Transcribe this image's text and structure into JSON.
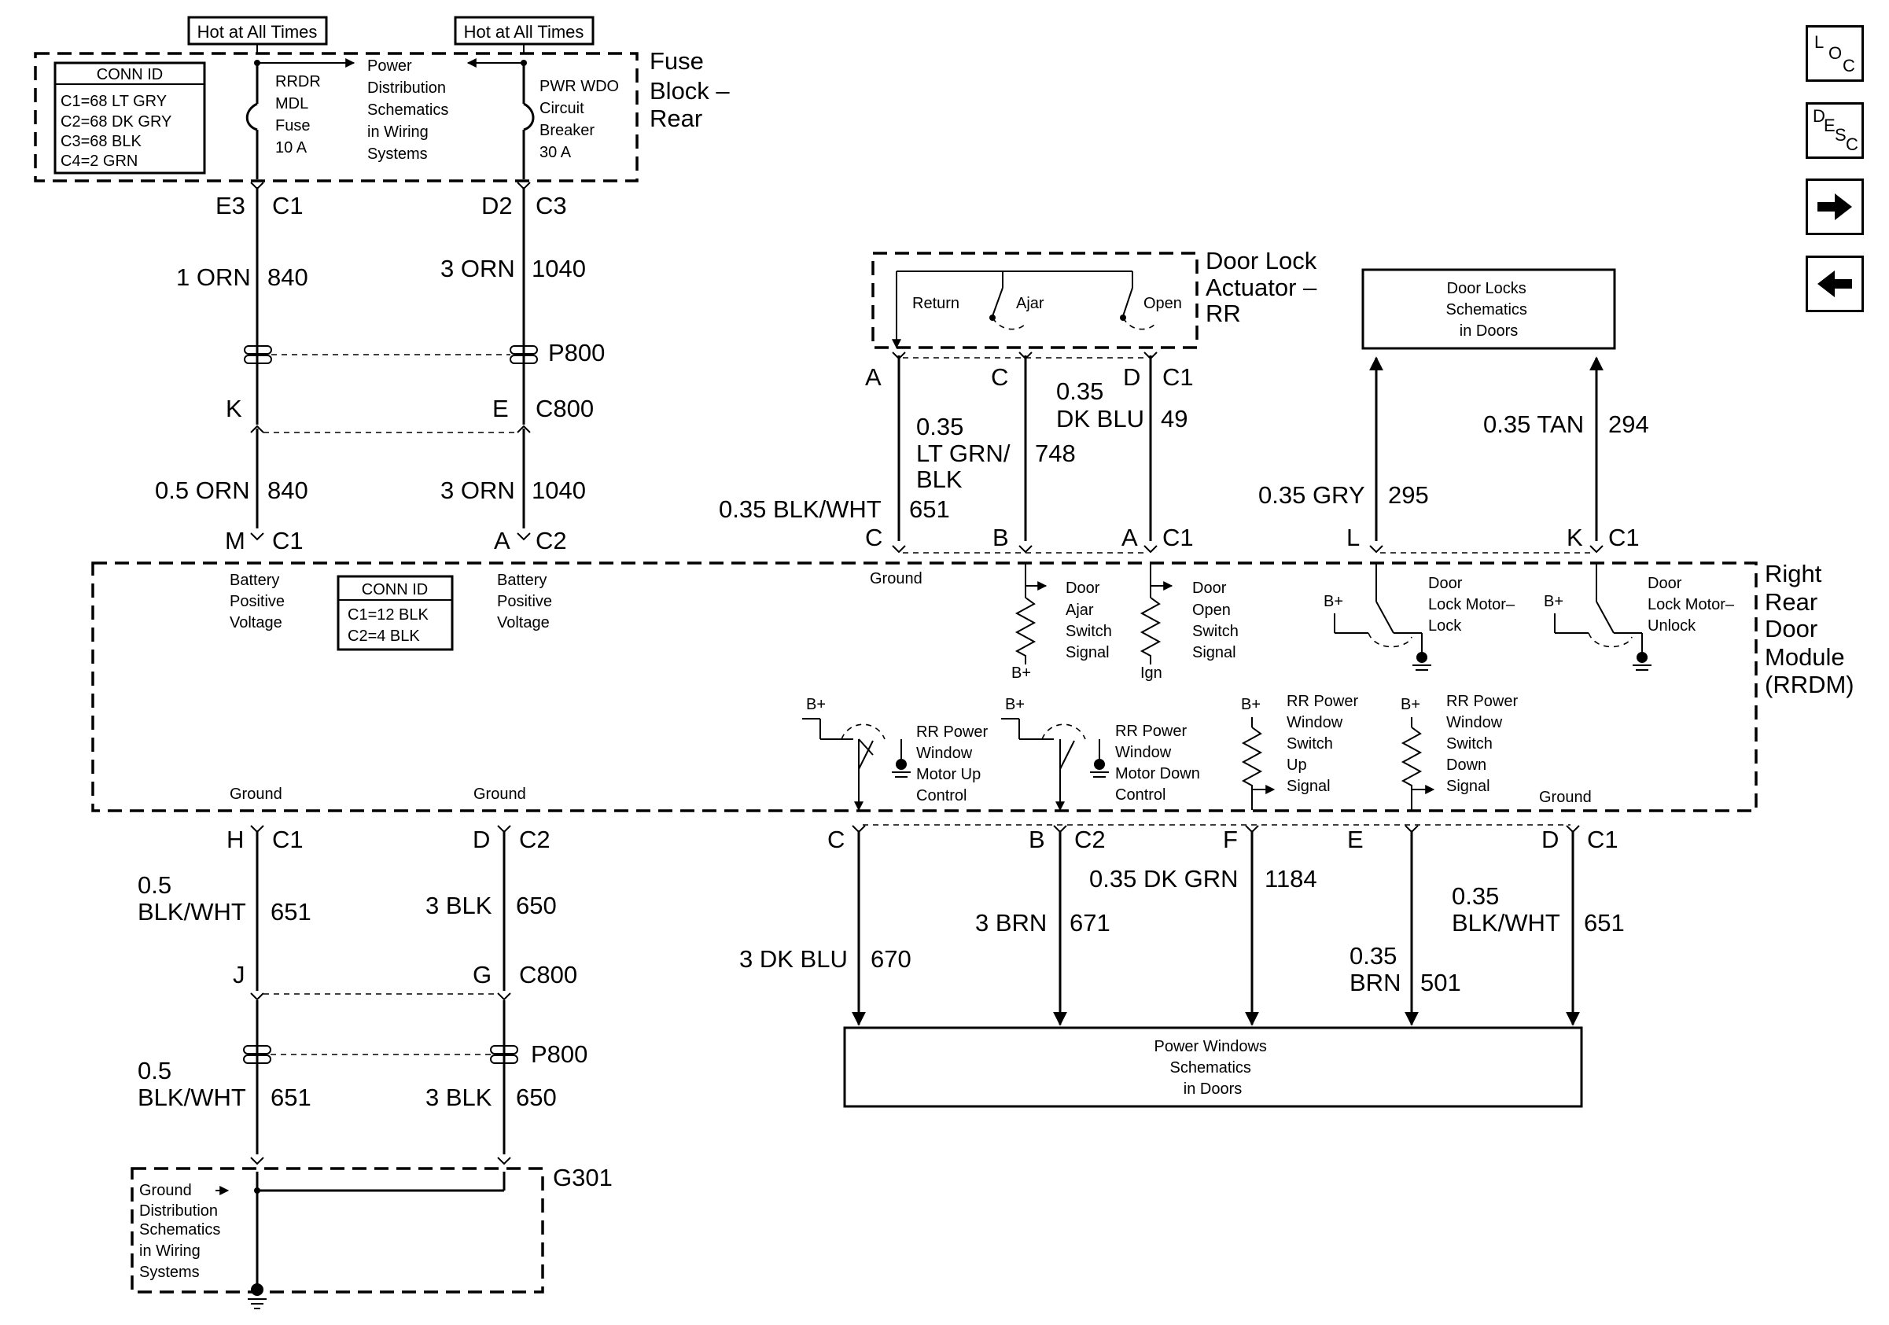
{
  "nav": {
    "loc": {
      "l1": "L",
      "l2": "O",
      "l3": "C"
    },
    "desc": {
      "l1": "D",
      "l2": "E",
      "l3": "S",
      "l4": "C"
    },
    "next": "right-arrow-icon",
    "prev": "left-arrow-icon"
  },
  "labels": {
    "hot1": "Hot at All Times",
    "hot2": "Hot at All Times",
    "fuse_block": [
      "Fuse",
      "Block –",
      "Rear"
    ],
    "conn_top": {
      "title": "CONN ID",
      "lines": [
        "C1=68 LT GRY",
        "C2=68 DK GRY",
        "C3=68 BLK",
        "C4=2 GRN"
      ]
    },
    "rrdr_fuse": [
      "RRDR",
      "MDL",
      "Fuse",
      "10 A"
    ],
    "pwr_dist": [
      "Power",
      "Distribution",
      "Schematics",
      "in Wiring",
      "Systems"
    ],
    "pwr_wdo": [
      "PWR WDO",
      "Circuit",
      "Breaker",
      "30 A"
    ],
    "e3": "E3",
    "c1_a": "C1",
    "d2": "D2",
    "c3": "C3",
    "w_1orn": "1 ORN",
    "w_840a": "840",
    "w_3orn_a": "3 ORN",
    "w_1040a": "1040",
    "p800_top": "P800",
    "k": "K",
    "e_c800": "E",
    "c800_top": "C800",
    "w_05orn": "0.5 ORN",
    "w_840b": "840",
    "w_3orn_b": "3 ORN",
    "w_1040b": "1040",
    "m": "M",
    "c1_b": "C1",
    "a_c2": "A",
    "c2_a": "C2",
    "bat1": [
      "Battery",
      "Positive",
      "Voltage"
    ],
    "bat2": [
      "Battery",
      "Positive",
      "Voltage"
    ],
    "conn_mid": {
      "title": "CONN ID",
      "lines": [
        "C1=12 BLK",
        "C2=4 BLK"
      ]
    },
    "door_lock_act": [
      "Door Lock",
      "Actuator –",
      "RR"
    ],
    "return": "Return",
    "ajar": "Ajar",
    "open": "Open",
    "act_a": "A",
    "act_c": "C",
    "act_d": "D",
    "act_c1": "C1",
    "w_035_ltgrn": [
      "0.35",
      "LT GRN/",
      "BLK"
    ],
    "w_748": "748",
    "w_035_dkblu": [
      "0.35",
      "DK BLU"
    ],
    "w_49": "49",
    "w_035_blkwht": "0.35 BLK/WHT",
    "w_651_top": "651",
    "mod_c": "C",
    "mod_b": "B",
    "mod_a": "A",
    "mod_c1": "C1",
    "door_locks_sch": [
      "Door Locks",
      "Schematics",
      "in Doors"
    ],
    "w_035_gry": "0.35 GRY",
    "w_295": "295",
    "w_035_tan": "0.35 TAN",
    "w_294": "294",
    "mod_l": "L",
    "mod_k": "K",
    "mod_c1_r": "C1",
    "rrdm": [
      "Right",
      "Rear",
      "Door",
      "Module",
      "(RRDM)"
    ],
    "ground_top": "Ground",
    "door_ajar": [
      "Door",
      "Ajar",
      "Switch",
      "Signal"
    ],
    "door_open": [
      "Door",
      "Open",
      "Switch",
      "Signal"
    ],
    "bplus": "B+",
    "ign": "Ign",
    "lock_motor_lock": [
      "Door",
      "Lock Motor–",
      "Lock"
    ],
    "lock_motor_unlock": [
      "Door",
      "Lock Motor–",
      "Unlock"
    ],
    "rr_motor_up": [
      "RR Power",
      "Window",
      "Motor Up",
      "Control"
    ],
    "rr_motor_down": [
      "RR Power",
      "Window",
      "Motor Down",
      "Control"
    ],
    "rr_switch_up": [
      "RR Power",
      "Window",
      "Switch",
      "Up",
      "Signal"
    ],
    "rr_switch_down": [
      "RR Power",
      "Window",
      "Switch",
      "Down",
      "Signal"
    ],
    "ground": "Ground",
    "h": "H",
    "c1_c": "C1",
    "d_c2": "D",
    "c2_b": "C2",
    "w_05_a": "0.5",
    "w_blkwht_a": "BLK/WHT",
    "w_651_a": "651",
    "w_3blk_a": "3 BLK",
    "w_650_a": "650",
    "j": "J",
    "g": "G",
    "c800_bot": "C800",
    "p800_bot": "P800",
    "w_05_b": "0.5",
    "w_blkwht_b": "BLK/WHT",
    "w_651_b": "651",
    "w_3blk_b": "3 BLK",
    "w_650_b": "650",
    "g301": "G301",
    "ground_dist": [
      "Ground",
      "Distribution",
      "Schematics",
      "in Wiring",
      "Systems"
    ],
    "pin_c": "C",
    "pin_b": "B",
    "pin_c2": "C2",
    "pin_f": "F",
    "pin_e": "E",
    "pin_d": "D",
    "pin_c1": "C1",
    "w_3dkblu": "3 DK BLU",
    "w_670": "670",
    "w_3brn": "3 BRN",
    "w_671": "671",
    "w_035_dkgrn": "0.35 DK GRN",
    "w_1184": "1184",
    "w_035_brn": [
      "0.35",
      "BRN"
    ],
    "w_501": "501",
    "w_035_blkwht_b": [
      "0.35",
      "BLK/WHT"
    ],
    "w_651_c": "651",
    "pw_sch": [
      "Power Windows",
      "Schematics",
      "in Doors"
    ]
  }
}
